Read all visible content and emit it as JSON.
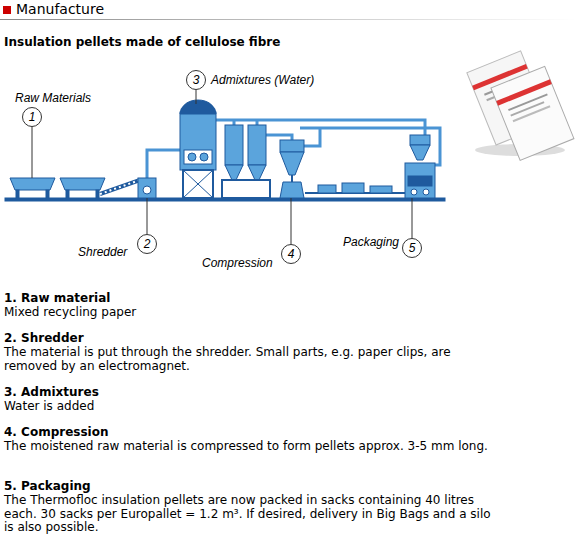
{
  "diagram": {
    "title": "Manufacture",
    "nodes": [
      {
        "text": [
          "1",
          "Raw Materials"
        ]
      },
      {
        "text": [
          "2",
          "Shredder"
        ]
      },
      {
        "text": [
          "3",
          "Admixtures (Water)"
        ]
      },
      {
        "text": [
          "4",
          "Compression"
        ]
      },
      {
        "text": [
          "5",
          "Packaging"
        ]
      }
    ],
    "edges": [],
    "labels": [
      "Insulation pellets made of cellulose fibre",
      "1. Raw material",
      "Mixed recycling paper",
      "2. Shredder",
      "The material is put through the shredder. Small parts, e.g. paper clips, are removed by an electromagnet.",
      "3. Admixtures",
      "Water is added",
      "4. Compression",
      "The moistened raw material is compressed to form pellets approx. 3-5 mm long.",
      "5. Packaging",
      "The Thermofloc insulation pellets are now packed in sacks containing 40 litres each. 30 sacks per Europallet = 1.2 m³. If desired, delivery in Big Bags and a silo is also possible."
    ]
  }
}
